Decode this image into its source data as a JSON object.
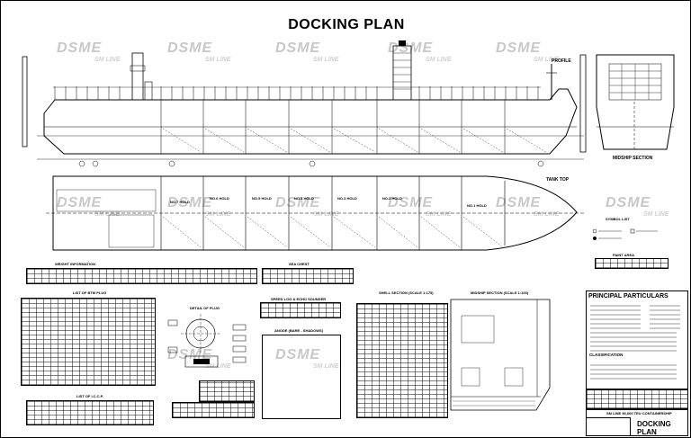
{
  "drawing": {
    "title": "DOCKING PLAN",
    "watermark": {
      "brand": "DSME",
      "sub": "SM LINE"
    }
  },
  "views": {
    "profile": "PROFILE",
    "midship": "MIDSHIP SECTION",
    "tank_top": "TANK TOP"
  },
  "holds": [
    "NO.7 HOLD",
    "NO.6 HOLD",
    "NO.5 HOLD",
    "NO.4 HOLD",
    "NO.3 HOLD",
    "NO.2 HOLD",
    "NO.1 HOLD"
  ],
  "tables": {
    "weight_info": "WEIGHT INFORMATION",
    "sea_chest": "SEA CHEST",
    "btm_plug": "LIST OF BTM PLUG",
    "detail_plug": "DETAIL OF PLUG",
    "speed_log": "SPEED LOG & ECHO SOUNDER",
    "anode": "ANODE (BARE - SHADOWS)",
    "iccp": "LIST OF I.C.C.P.",
    "shell_section": "SHELL SECTION (SCALE 1:175)",
    "midship_section_detail": "MIDSHIP SECTION (SCALE 1:100)",
    "symbol_list": "SYMBOL LIST",
    "paint_area": "PAINT AREA"
  },
  "principal": {
    "heading": "PRINCIPAL PARTICULARS",
    "classification": "CLASSIFICATION"
  },
  "title_block": {
    "project": "SM LINE 90,000 TEU CONTAINERSHIP",
    "name": "DOCKING PLAN"
  }
}
